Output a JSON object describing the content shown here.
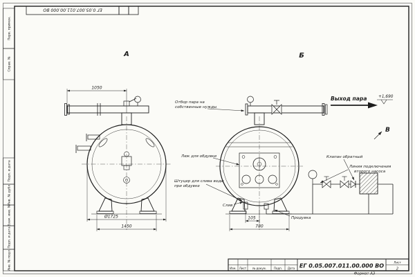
{
  "stamp": {
    "doc_number": "ЕГ 0.05.007.011.00.000 ВО"
  },
  "margin": {
    "perv": "Перв. примен.",
    "sprav": "Справ. №",
    "podp1": "Подп. и дата",
    "dubl": "Инв. № дубл.",
    "vzam": "Взам. инв. №",
    "podp2": "Подп. и дата",
    "podl": "Инв. № подл."
  },
  "views": {
    "a": "А",
    "b": "Б",
    "v": "В"
  },
  "annotations": {
    "steam_out": "Выход пара",
    "elevation": "+1,690",
    "steam_tap_1": "Отбор пара на",
    "steam_tap_2": "собственные нужды",
    "hatch": "Люк для обдувки",
    "drain_fitting_1": "Штуцер для слива воды",
    "drain_fitting_2": "при обдувке",
    "drain": "Слив",
    "blowdown": "Продувка",
    "check_valve": "Клапан обратный",
    "pump_line_1": "Линия подключения",
    "pump_line_2": "второго насоса"
  },
  "dims": {
    "d1050": "1050",
    "d1725": "Ø1725",
    "d1450": "1450",
    "d105": "105",
    "d780": "780"
  },
  "title_block": {
    "doc_number": "ЕГ 0.05.007.011.00.000 ВО",
    "izm": "Изм.",
    "list": "Лист",
    "docum": "№ докум.",
    "podp": "Подп.",
    "data": "Дата",
    "sheet_label": "Лист",
    "sheet_number": "2",
    "format": "Формат А3"
  }
}
